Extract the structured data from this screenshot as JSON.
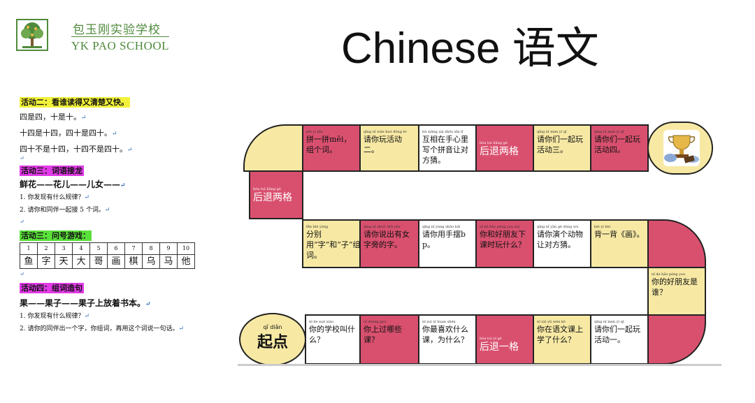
{
  "logo": {
    "name_cn": "包玉刚实验学校",
    "name_en": "YK PAO SCHOOL"
  },
  "title": "Chinese  语文",
  "left": {
    "act2_header": "活动二：看谁读得又清楚又快。",
    "act2_lines": [
      "四是四，十是十。",
      "十四是十四，四十是四十。",
      "四十不是十四，十四不是四十。"
    ],
    "act3_header": "活动三：词语接龙",
    "act3_chain": "鲜花——花儿——儿女——",
    "act3_q1": "1. 你发现有什么规律？",
    "act3_q2": "2. 请你和同伴一起接 5 个词。",
    "act4_header": "活动三：问号游戏：",
    "numbers": [
      "1",
      "2",
      "3",
      "4",
      "5",
      "6",
      "7",
      "8",
      "9",
      "10"
    ],
    "chars": [
      "鱼",
      "字",
      "天",
      "大",
      "哥",
      "画",
      "棋",
      "乌",
      "马",
      "他"
    ],
    "act5_header": "活动四：组词造句",
    "act5_chain": "果——果子——果子上放着书本。",
    "act5_q1": "1. 你发现有什么规律？",
    "act5_q2": "2. 请你的同伴出一个字，你组词，再用这个词说一句话。",
    "mark": "↵"
  },
  "board": {
    "start_pinyin": "qǐ diǎn",
    "start_label": "起点",
    "trophy_icon": "trophy-icon",
    "colors": {
      "pink": "#d9506f",
      "yellow": "#f7e9a4",
      "white": "#ffffff"
    },
    "row_top": [
      {
        "text": "拼一拼mēi，组个词。",
        "pinyin": "pīn yi pīn"
      },
      {
        "text": "请你玩活动二。",
        "pinyin": "qǐng nǐ wán huó dòng èr"
      },
      {
        "text": "互相在手心里写个拼音让对方猜。",
        "pinyin": "hù xiāng zài shǒu xīn lǐ"
      },
      {
        "text": "后退两格",
        "pinyin": "hòu tuì liǎng gé"
      },
      {
        "text": "请你们一起玩活动三。",
        "pinyin": "qǐng nǐ men yì qǐ"
      },
      {
        "text": "请你们一起玩活动四。",
        "pinyin": "qǐng nǐ men yì qǐ"
      }
    ],
    "left_cell": {
      "text": "后退两格",
      "pinyin": "hòu tuì liǎng gé"
    },
    "row_mid": [
      {
        "text": "分别用“字”和“子”组词。",
        "pinyin": "fēn bié yòng"
      },
      {
        "text": "请你说出有女字旁的字。",
        "pinyin": "qǐng nǐ shuō chū yǒu"
      },
      {
        "text": "请你用手摆b p。",
        "pinyin": "qǐng nǐ yòng shǒu bǎi"
      },
      {
        "text": "你和好朋友下课时玩什么？",
        "pinyin": "nǐ hé hǎo péng you xià"
      },
      {
        "text": "请你演个动物让对方猜。",
        "pinyin": "qǐng nǐ yǎn gè dòng wù"
      },
      {
        "text": "背一背《画》。",
        "pinyin": "bèi yi bèi"
      }
    ],
    "right_cell": {
      "text": "你的好朋友是谁？",
      "pinyin": "nǐ de hǎo péng you"
    },
    "row_bottom": [
      {
        "text": "你的学校叫什么？",
        "pinyin": "nǐ de xué xiào"
      },
      {
        "text": "你上过哪些课？",
        "pinyin": "nǐ shàng guo"
      },
      {
        "text": "你最喜欢什么课，为什么？",
        "pinyin": "nǐ zuì xǐ huan shén"
      },
      {
        "text": "后退一格",
        "pinyin": "hòu tuì yí gé"
      },
      {
        "text": "你在语文课上学了什么？",
        "pinyin": "nǐ zài yǔ wén kè"
      },
      {
        "text": "请你们一起玩活动一。",
        "pinyin": "qǐng nǐ men yì qǐ"
      }
    ]
  }
}
